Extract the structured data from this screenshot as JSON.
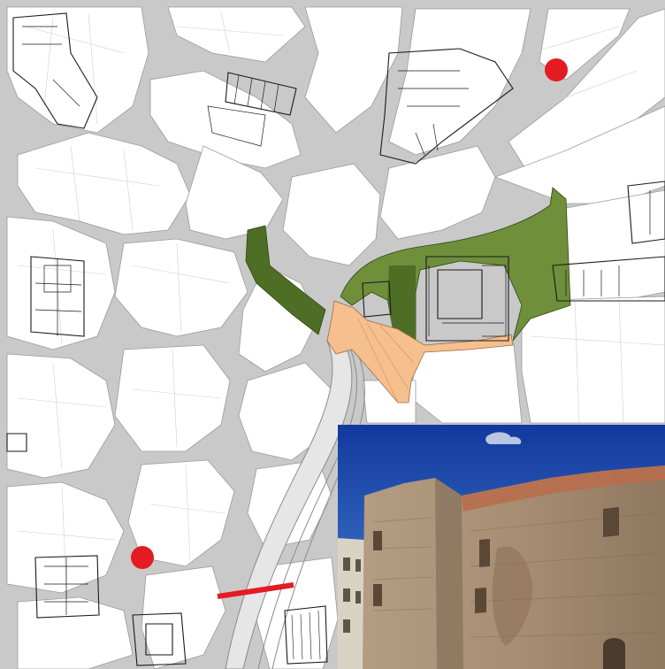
{
  "map": {
    "colors": {
      "street": "#c9c9c9",
      "block": "#ffffff",
      "lot_line": "#d3d3d3",
      "building_outline": "#1a1a1a",
      "green_area": "#6f8f3b",
      "green_area_dark": "#4e6d25",
      "plaza_area": "#f5c08e",
      "marker": "#e31b23",
      "route_line": "#e31b23",
      "road_edge": "#8a8a8a"
    },
    "markers": [
      {
        "name": "marker-north-east",
        "shape": "circle",
        "color": "#e31b23"
      },
      {
        "name": "marker-south-west",
        "shape": "circle",
        "color": "#e31b23"
      }
    ],
    "route": {
      "shape": "line",
      "color": "#e31b23"
    },
    "zones": [
      {
        "name": "green-zone",
        "color": "#6f8f3b"
      },
      {
        "name": "plaza-zone",
        "color": "#f5c08e"
      }
    ]
  },
  "photo": {
    "subject": "ruined-stone-wall-icon",
    "colors": {
      "sky_top": "#12399e",
      "sky_bottom": "#4d8ad6",
      "stone": "#a88e73",
      "stone_dark": "#7c6652",
      "brick_top": "#b86e4e",
      "building_left": "#d9d3c6"
    }
  }
}
